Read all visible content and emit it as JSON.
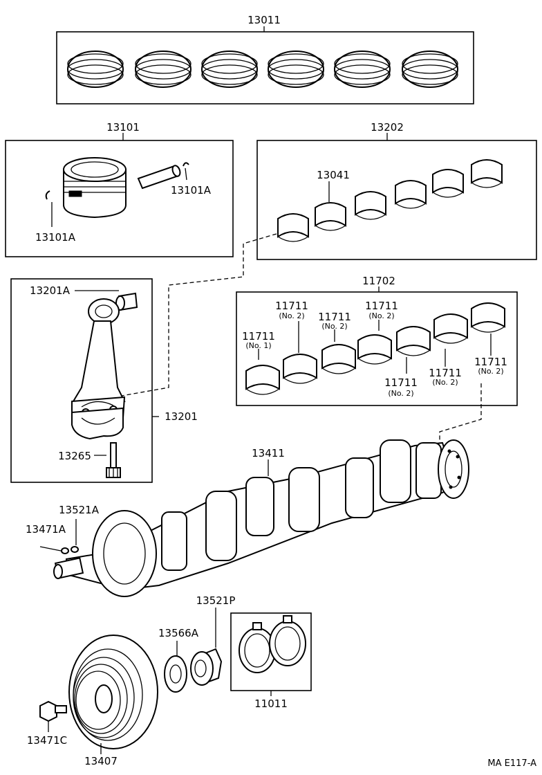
{
  "labels": {
    "piston_ring_set": "13011",
    "piston_sub_assy": "13101",
    "snap_ring_right": "13101A",
    "snap_ring_left": "13101A",
    "conrod_bearing_set": "13202",
    "conrod_bearing": "13041",
    "conrod_bush": "13201A",
    "conrod_sub_assy": "13201",
    "conrod_bolt": "13265",
    "main_bearing_set": "11702",
    "crankshaft": "13411",
    "timing_gear_key": "13521A",
    "pin_key": "13471A",
    "crank_gear": "13521P",
    "oil_pump_drive_gear": "13566A",
    "thrust_washer_set": "11011",
    "pulley_bolt": "13471C",
    "crank_pulley": "13407",
    "diagram_code": "MA  E117-A"
  },
  "main_bearings": [
    {
      "code": "11711",
      "note": "(No. 1)"
    },
    {
      "code": "11711",
      "note": "(No. 2)"
    },
    {
      "code": "11711",
      "note": "(No. 2)"
    },
    {
      "code": "11711",
      "note": "(No. 2)"
    },
    {
      "code": "11711",
      "note": "(No. 2)"
    },
    {
      "code": "11711",
      "note": "(No. 2)"
    },
    {
      "code": "11711",
      "note": "(No. 2)"
    }
  ]
}
